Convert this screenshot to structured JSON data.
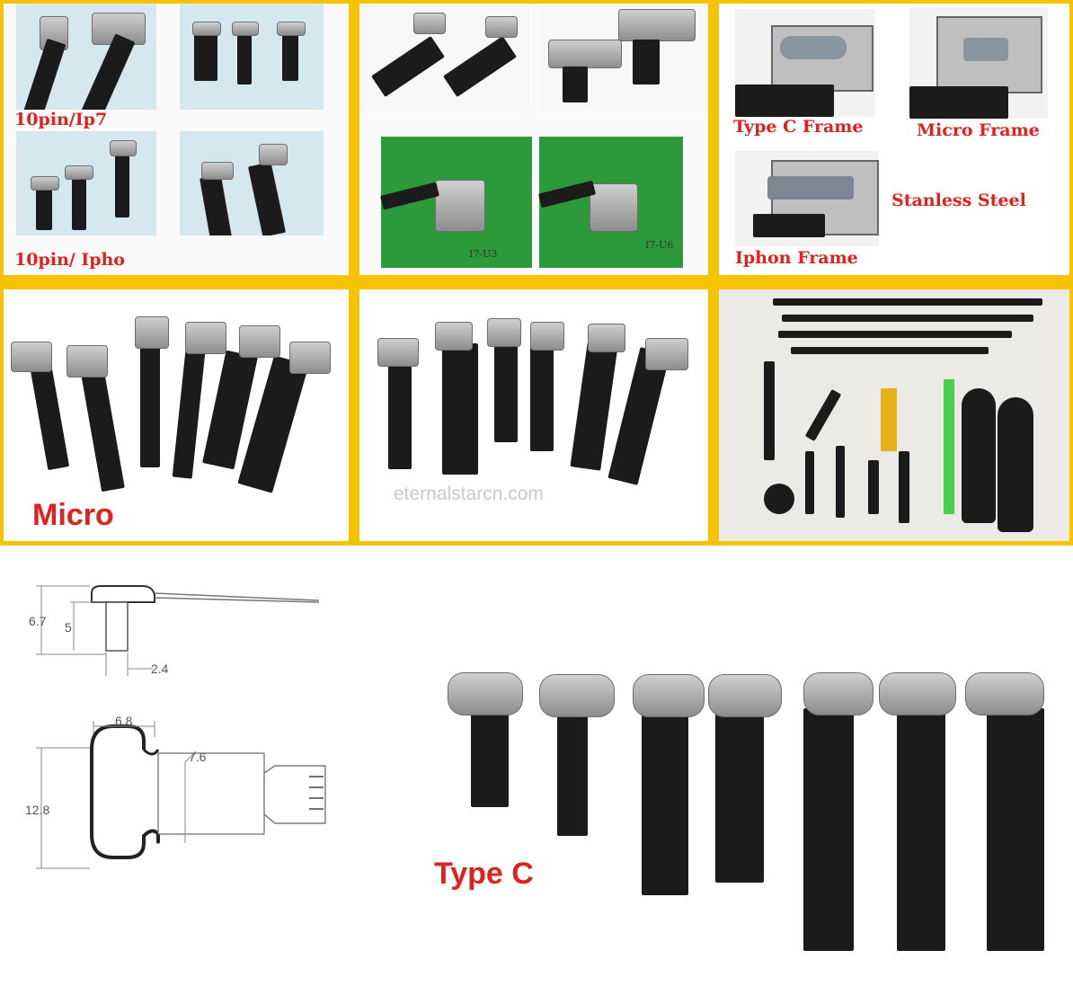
{
  "watermark": "eternalstarcn.com",
  "labels": {
    "p1_top": "10pin/Ip7",
    "p1_bottom": "10pin/ Ipho",
    "frame_type_c": "Type C Frame",
    "frame_micro": "Micro Frame",
    "frame_iphone": "Iphon Frame",
    "stainless": "Stanless Steel",
    "micro": "Micro",
    "type_c": "Type C",
    "photo_caption_1": "I7-U3",
    "photo_caption_2": "I7-U6"
  },
  "dimensions": {
    "side_height": "6.7",
    "side_inner": "5",
    "side_width": "2.4",
    "top_width": "6.8",
    "top_height": "12.8",
    "top_neck": "7.6"
  },
  "colors": {
    "gold_frame": "#f5c300",
    "label_red": "#e0211c",
    "cable_black": "#1b1b1b",
    "pcb_green": "#2c9a3b"
  }
}
